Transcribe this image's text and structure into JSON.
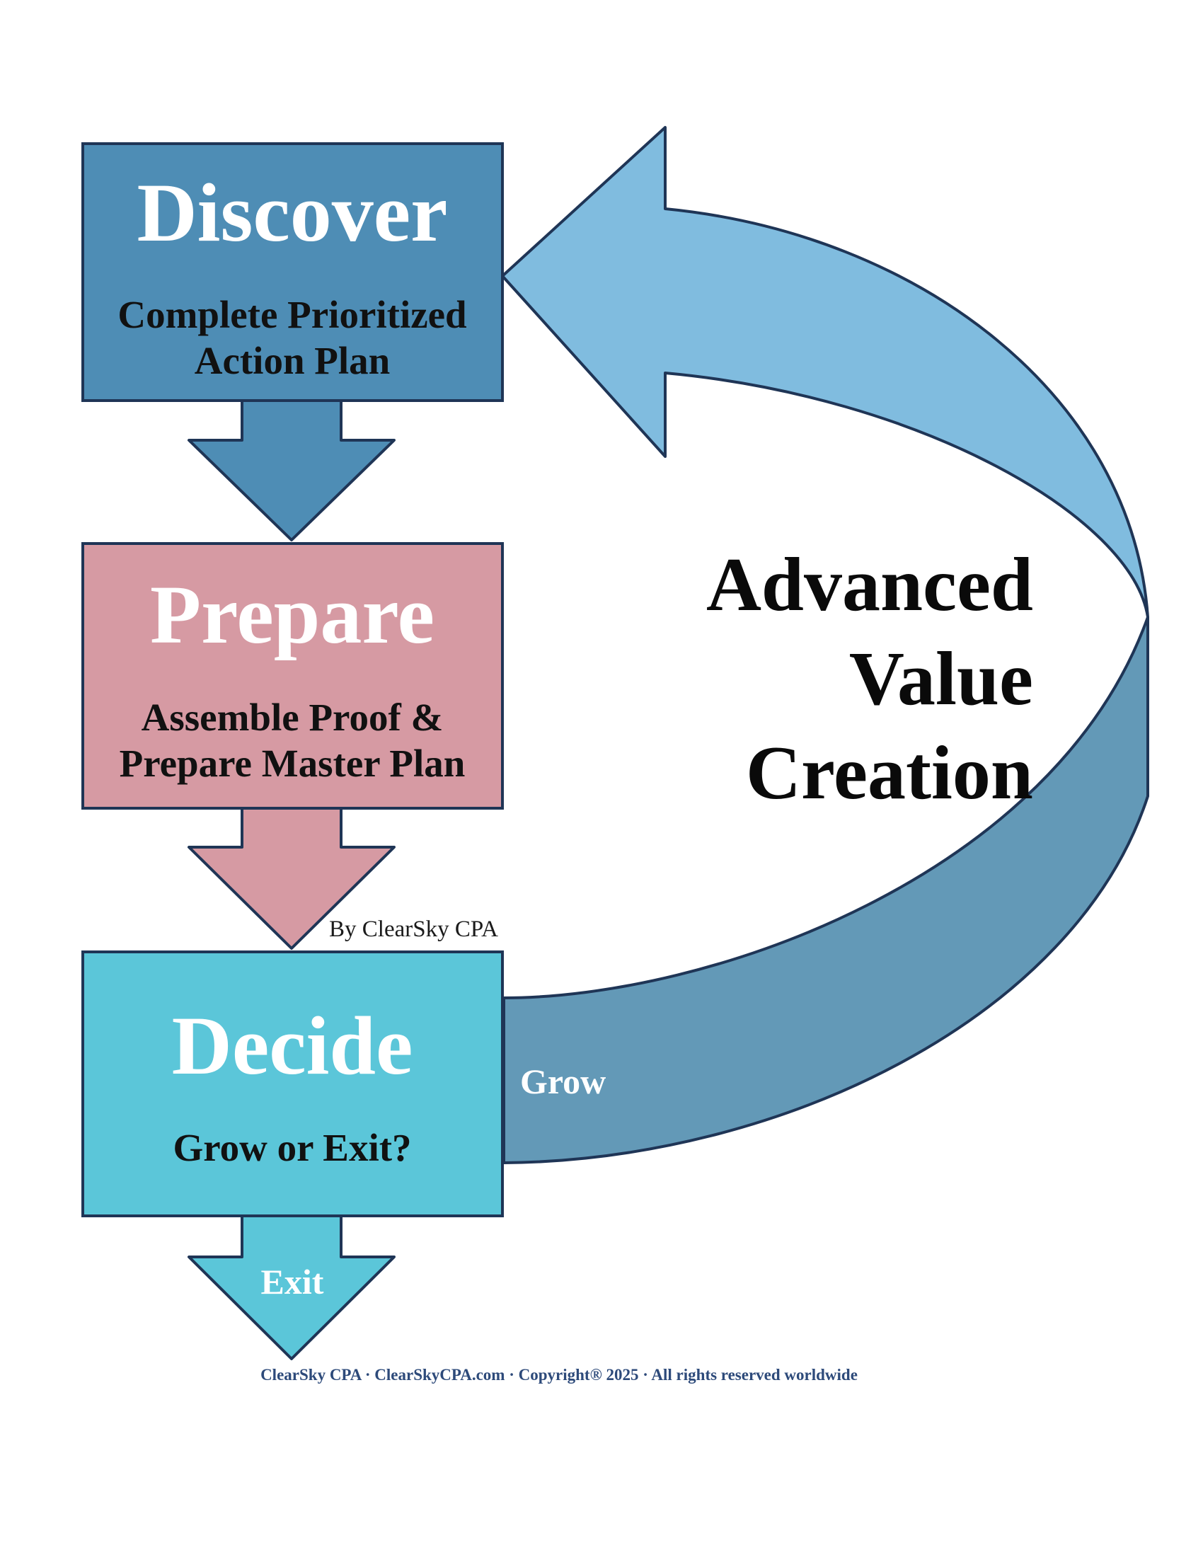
{
  "diagram": {
    "discover": {
      "title": "Discover",
      "subtitle_line1": "Complete Prioritized",
      "subtitle_line2": "Action Plan"
    },
    "prepare": {
      "title": "Prepare",
      "subtitle_line1": "Assemble Proof &",
      "subtitle_line2": "Prepare Master Plan"
    },
    "decide": {
      "title": "Decide",
      "subtitle": "Grow or Exit?"
    },
    "cycle_label": {
      "line1": "Advanced",
      "line2": "Value",
      "line3": "Creation"
    },
    "grow_label": "Grow",
    "exit_label": "Exit",
    "byline": "By ClearSky CPA",
    "footer": "ClearSky CPA · ClearSkyCPA.com · Copyright® 2025 · All rights reserved worldwide",
    "colors": {
      "discover": "#4e8db5",
      "prepare": "#d69aa3",
      "decide": "#5bc6d9",
      "cycle_light": "#80bcdf",
      "cycle_dark": "#6399b7",
      "outline": "#1f3556"
    }
  }
}
